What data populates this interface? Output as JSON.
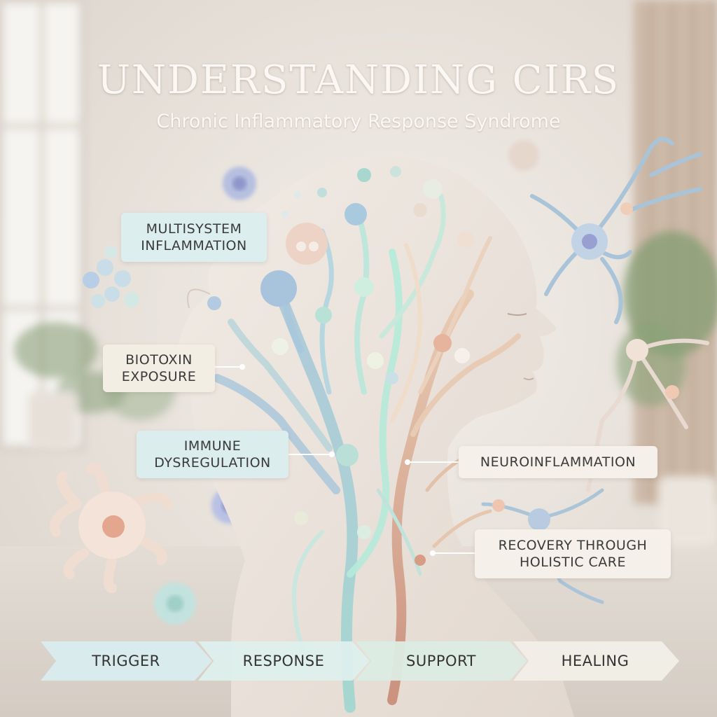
{
  "header": {
    "title": "UNDERSTANDING CIRS",
    "subtitle": "Chronic Inflammatory Response Syndrome"
  },
  "callouts": {
    "multisystem": {
      "line1": "MULTISYSTEM",
      "line2": "INFLAMMATION",
      "bg": "#dceeed"
    },
    "biotoxin": {
      "line1": "BIOTOXIN",
      "line2": "EXPOSURE",
      "bg": "#f3eee3"
    },
    "immune": {
      "line1": "IMMUNE",
      "line2": "DYSREGULATION",
      "bg": "#dbedec"
    },
    "neuro": {
      "line1": "NEUROINFLAMMATION",
      "bg": "#f5f1ea"
    },
    "recovery": {
      "line1": "RECOVERY THROUGH",
      "line2": "HOLISTIC CARE",
      "bg": "#f5f1ea"
    }
  },
  "steps": [
    {
      "label": "TRIGGER",
      "color": "#d9ecee"
    },
    {
      "label": "RESPONSE",
      "color": "#deefed"
    },
    {
      "label": "SUPPORT",
      "color": "#dcece3"
    },
    {
      "label": "HEALING",
      "color": "#f2efe8"
    }
  ],
  "icons": [
    "neuron-cell-icon",
    "immune-cell-icon",
    "macrophage-cell-icon",
    "plant-icon",
    "window-icon"
  ]
}
